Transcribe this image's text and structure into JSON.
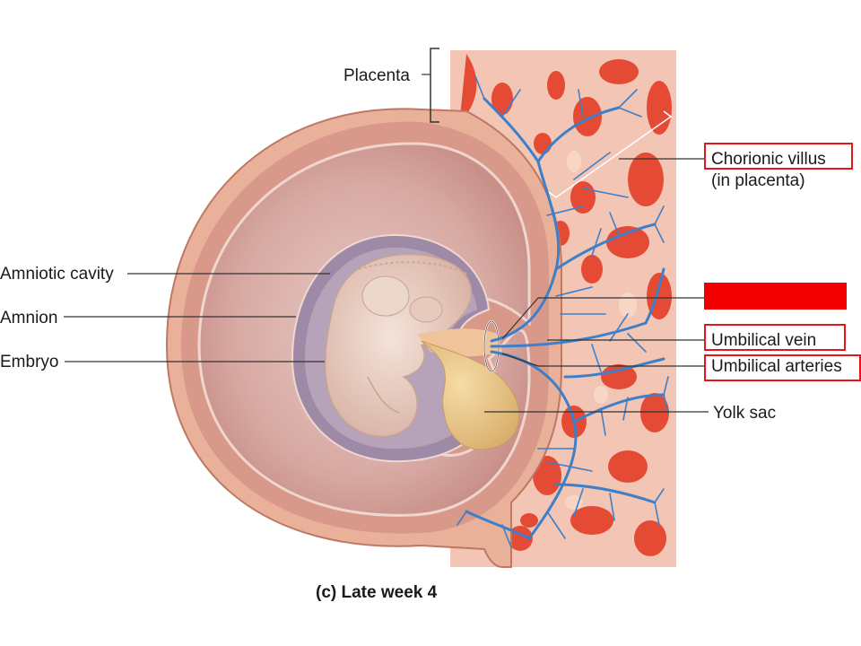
{
  "labels": {
    "placenta": "Placenta",
    "chorionic_villus": "Chorionic villus",
    "chorionic_villus_sub": "(in placenta)",
    "amniotic_cavity": "Amniotic cavity",
    "amnion": "Amnion",
    "embryo": "Embryo",
    "umbilical_vein": "Umbilical vein",
    "umbilical_arteries": "Umbilical arteries",
    "yolk_sac": "Yolk sac"
  },
  "caption": "(c) Late week 4",
  "colors": {
    "highlight_box": "#e8141c",
    "redaction": "#f20000",
    "blood": "#e8412b",
    "vessel": "#3d7fc9",
    "uterine_wall": "#e9a892",
    "amnion_fluid": "#dcb3ac",
    "embryo": "#ead2c6",
    "yolk_sac": "#e8c68a"
  }
}
